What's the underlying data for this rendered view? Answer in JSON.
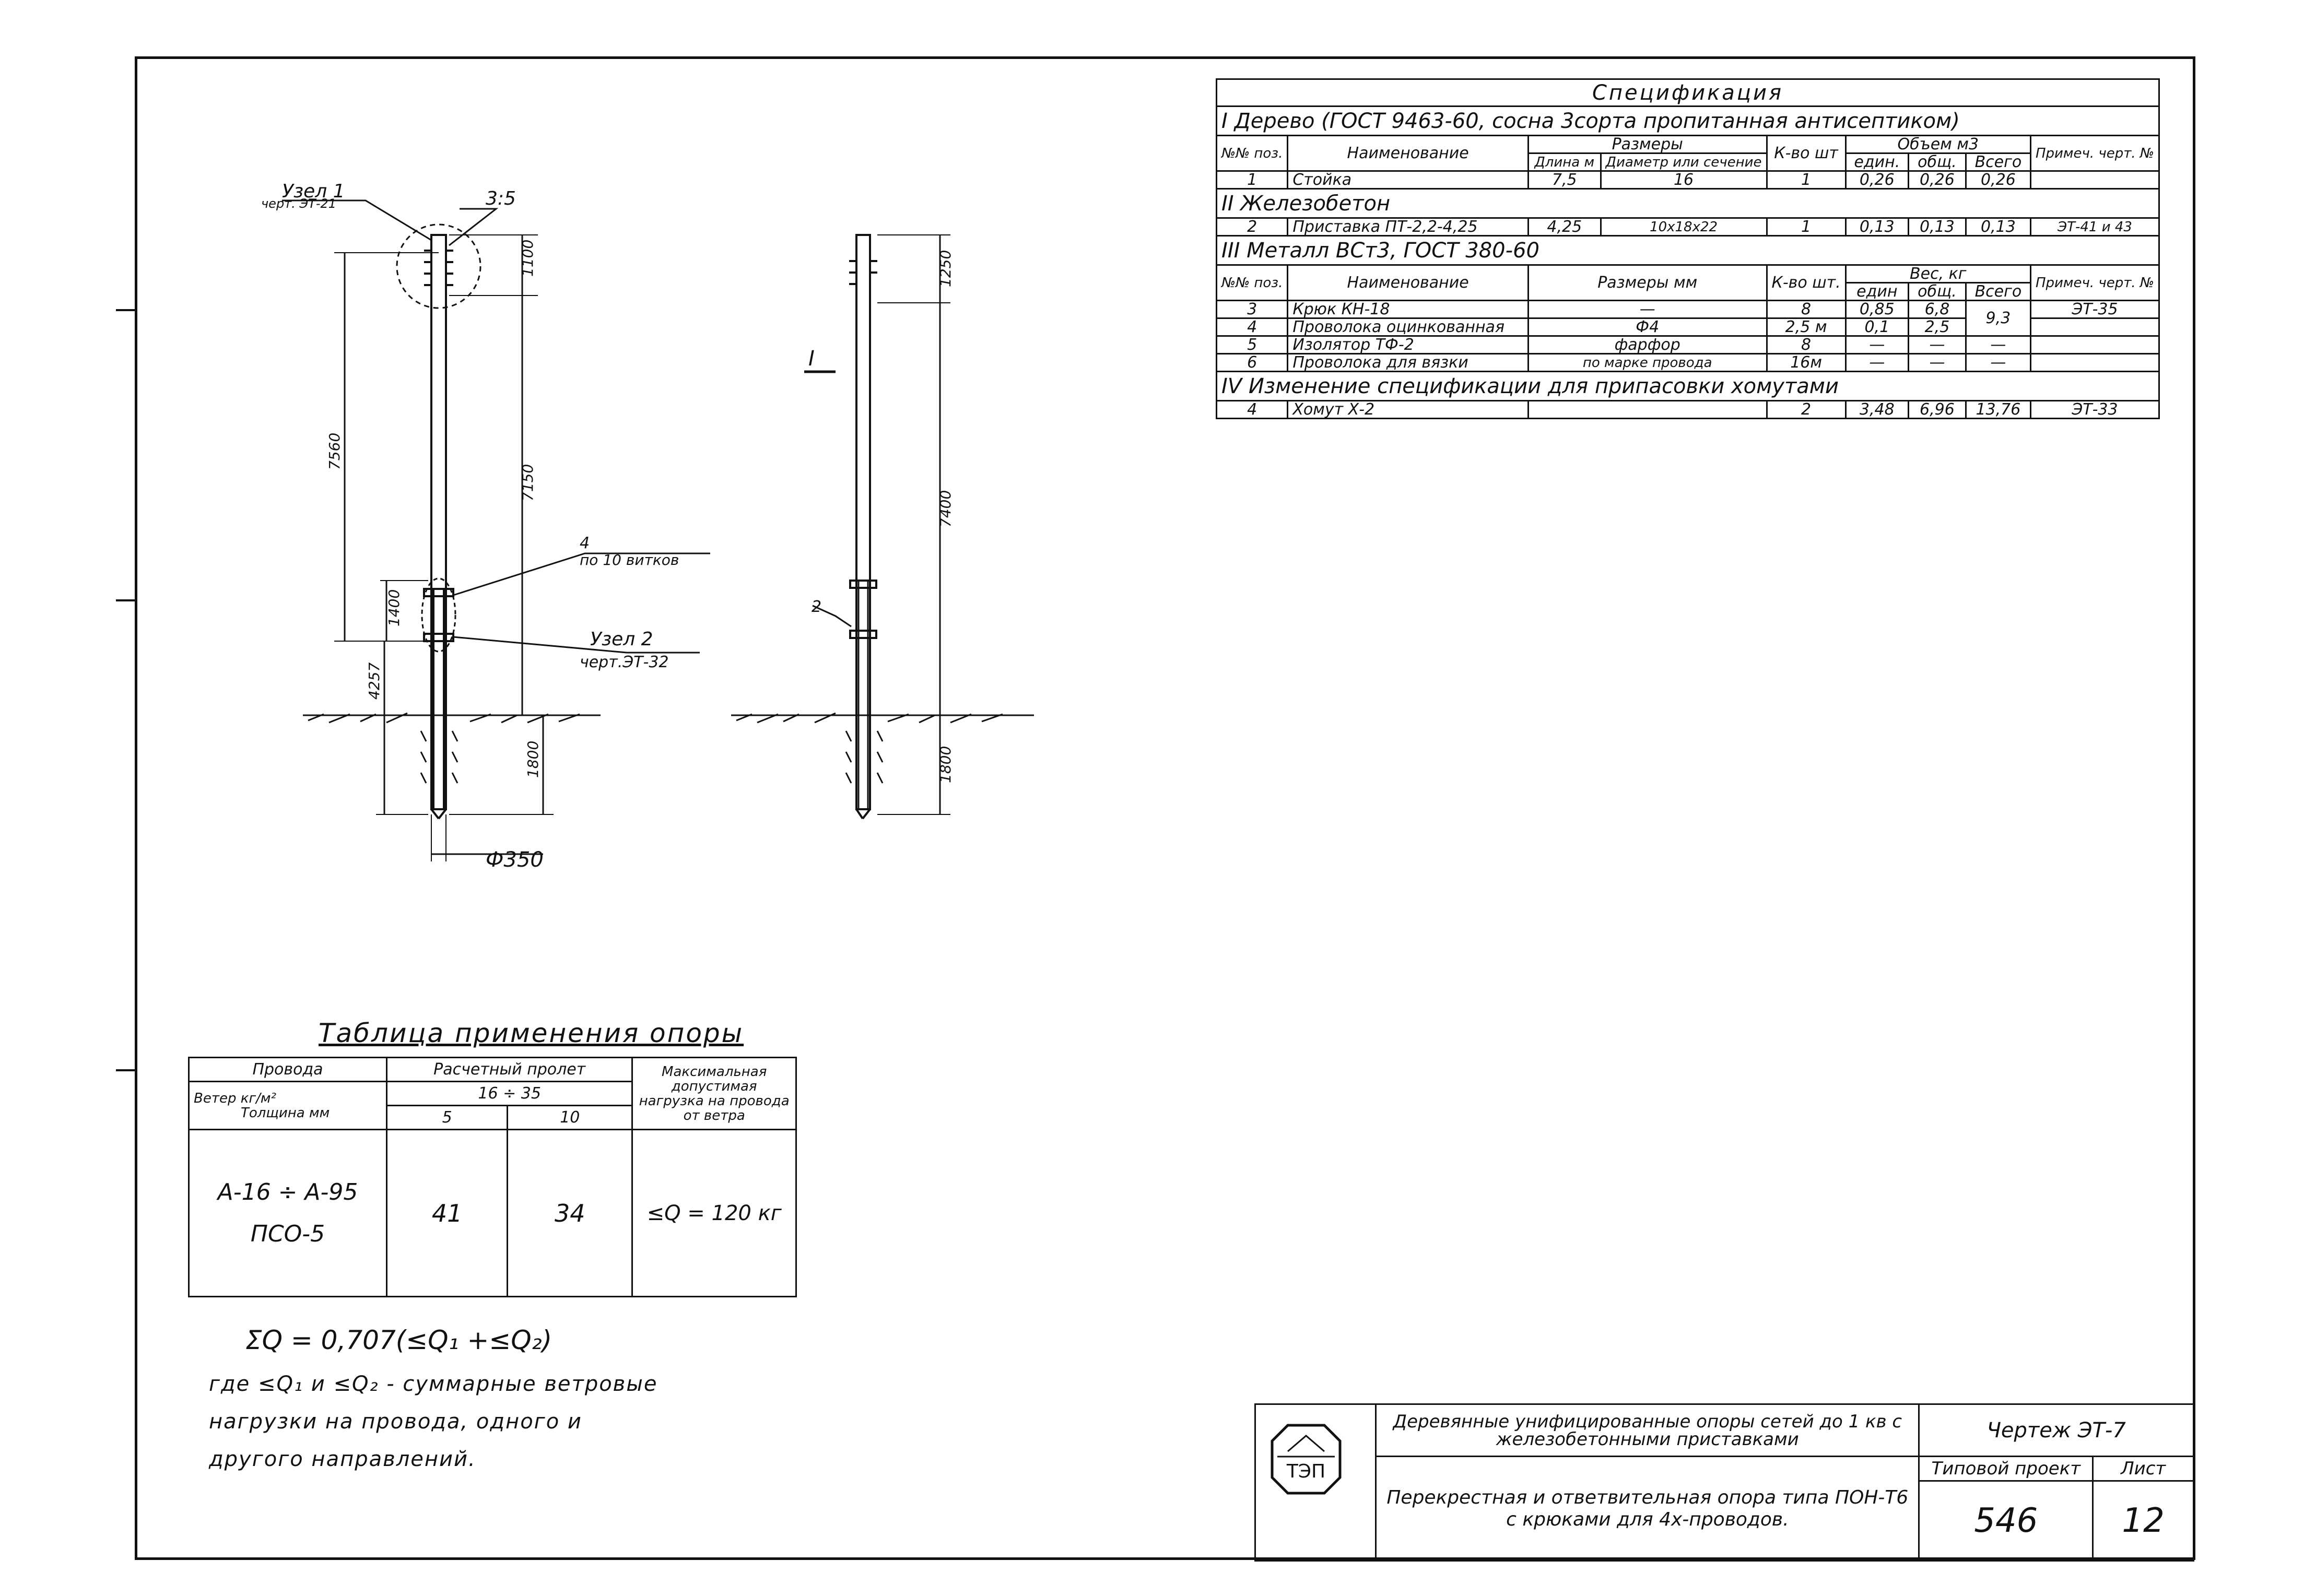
{
  "drawing": {
    "node1_label": "Узел 1",
    "node1_ref": "черт. ЭТ-21",
    "scale": "3:5",
    "node2_label": "Узел 2",
    "node2_ref": "черт.ЭТ-32",
    "band_label_pos": "4",
    "band_label_text": "по 10 витков",
    "dim_7560": "7560",
    "dim_7150": "7150",
    "dim_1100": "1100",
    "dim_1400": "1400",
    "dim_4257": "4257",
    "dim_1800": "1800",
    "diameter": "Ф350",
    "side_dim_1250": "1250",
    "side_dim_7400": "7400",
    "side_dim_1800": "1800",
    "side_view_mark": "I",
    "side_band_pos": "2"
  },
  "spec": {
    "title": "Спецификация",
    "sec1": "I  Дерево  (ГОСТ 9463-60, сосна 3сорта пропитанная антисептиком)",
    "h_pos": "№№ поз.",
    "h_name": "Наименование",
    "h_dims": "Размеры",
    "h_len": "Длина м",
    "h_diam": "Диаметр или сечение",
    "h_qty": "К-во шт",
    "h_vol": "Объем м3",
    "h_unit": "един.",
    "h_total": "общ.",
    "h_all": "Всего",
    "h_note": "Примеч. черт. №",
    "r1": [
      "1",
      "Стойка",
      "7,5",
      "16",
      "1",
      "0,26",
      "0,26",
      "0,26",
      ""
    ],
    "sec2": "II  Железобетон",
    "r2": [
      "2",
      "Приставка ПТ-2,2-4,25",
      "4,25",
      "10x18x22",
      "1",
      "0,13",
      "0,13",
      "0,13",
      "ЭТ-41 и 43"
    ],
    "sec3": "III  Металл  ВСт3,  ГОСТ 380-60",
    "h2_pos": "№№ поз.",
    "h2_name": "Наименование",
    "h2_dims": "Размеры мм",
    "h2_qty": "К-во шт.",
    "h2_weight": "Вес, кг",
    "h2_unit": "един",
    "h2_total": "общ.",
    "h2_all": "Всего",
    "h2_note": "Примеч. черт. №",
    "r3": [
      "3",
      "Крюк КН-18",
      "—",
      "8",
      "0,85",
      "6,8",
      "9,3",
      "ЭТ-35"
    ],
    "r4": [
      "4",
      "Проволока оцинкованная",
      "Ф4",
      "2,5 м",
      "0,1",
      "2,5",
      "",
      ""
    ],
    "r5": [
      "5",
      "Изолятор ТФ-2",
      "фарфор",
      "8",
      "—",
      "—",
      "—",
      ""
    ],
    "r6": [
      "6",
      "Проволока для вязки",
      "по марке провода",
      "16м",
      "—",
      "—",
      "—",
      ""
    ],
    "sec4": "IV  Изменение спецификации для припасовки хомутами",
    "r7": [
      "4",
      "Хомут  Х-2",
      "",
      "2",
      "3,48",
      "6,96",
      "13,76",
      "ЭТ-33"
    ]
  },
  "app_table": {
    "title": "Таблица применения опоры",
    "h_wires": "Провода",
    "h_wind": "Ветер кг/м²",
    "h_cross": "Толщина мм",
    "h_span": "Расчетный пролет",
    "h_span_range": "16 ÷ 35",
    "h_5": "5",
    "h_10": "10",
    "h_max": "Максимальная допустимая нагрузка на провода от ветра",
    "wires_1": "А-16 ÷ А-95",
    "wires_2": "ПСО-5",
    "v5": "41",
    "v10": "34",
    "vmax": "≤Q = 120 кг"
  },
  "formula": {
    "main": "ΣQ = 0,707(≤Q₁ +≤Q₂)",
    "note1": "где ≤Q₁ и ≤Q₂ - суммарные  ветровые",
    "note2": "нагрузки  на  провода, одного  и",
    "note3": "другого  направлений."
  },
  "title_block": {
    "logo": "ТЭП",
    "line1": "Деревянные унифицированные опоры сетей до 1 кв с железобетонными приставками",
    "line2": "Перекрестная и ответвительная опора типа ПОН-Т6 с крюками для 4х-проводов.",
    "drawing_label": "Чертеж  ЭТ-7",
    "project_label": "Типовой проект",
    "sheet_label": "Лист",
    "project_no": "546",
    "sheet_no": "12"
  }
}
